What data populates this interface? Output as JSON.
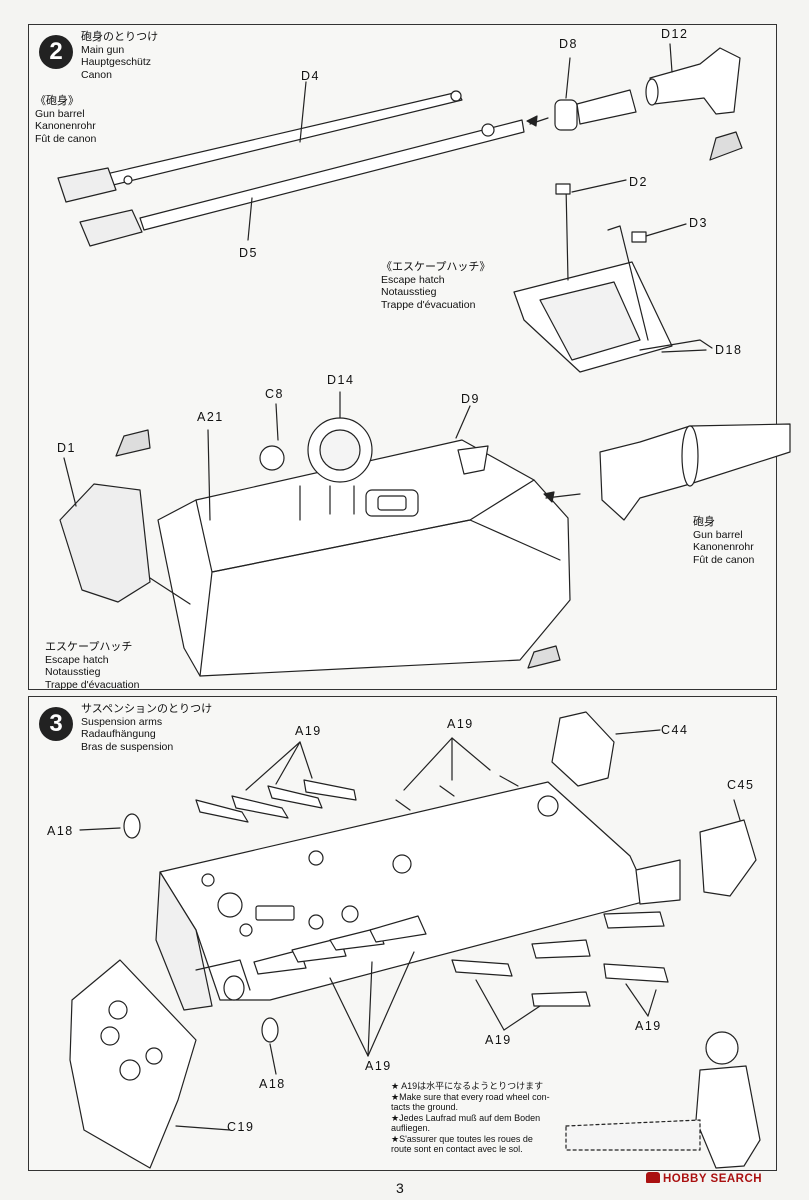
{
  "step2": {
    "number": "2",
    "title": [
      "砲身のとりつけ",
      "Main gun",
      "Hauptgeschütz",
      "Canon"
    ],
    "gun_barrel_top": [
      "《砲身》",
      "Gun barrel",
      "Kanonenrohr",
      "Fût de canon"
    ],
    "escape_hatch_top": [
      "《エスケープハッチ》",
      "Escape hatch",
      "Notausstieg",
      "Trappe d'évacuation"
    ],
    "gun_barrel_right": [
      "砲身",
      "Gun barrel",
      "Kanonenrohr",
      "Fût de canon"
    ],
    "escape_hatch_bottom": [
      "エスケープハッチ",
      "Escape hatch",
      "Notausstieg",
      "Trappe d'évacuation"
    ],
    "parts": {
      "D4": "D4",
      "D5": "D5",
      "D8": "D8",
      "D12": "D12",
      "D2": "D2",
      "D3": "D3",
      "D18": "D18",
      "A21": "A21",
      "C8": "C8",
      "D14": "D14",
      "D9": "D9",
      "D1": "D1"
    }
  },
  "step3": {
    "number": "3",
    "title": [
      "サスペンションのとりつけ",
      "Suspension arms",
      "Radaufhängung",
      "Bras de suspension"
    ],
    "parts": {
      "A19_a": "A19",
      "A19_b": "A19",
      "A19_c": "A19",
      "A19_d": "A19",
      "A19_e": "A19",
      "A18_a": "A18",
      "A18_b": "A18",
      "C44": "C44",
      "C45": "C45",
      "C19": "C19"
    },
    "note": [
      "★ A19は水平になるようとりつけます",
      "★Make sure that every road wheel con-",
      "   tacts the ground.",
      "★Jedes Laufrad muß auf dem Boden",
      "   aufliegen.",
      "★S'assurer que toutes les roues de",
      "   route sont en contact avec le sol."
    ]
  },
  "page_number": "3",
  "watermark": "HOBBY SEARCH",
  "colors": {
    "ink": "#222222",
    "paper": "#f4f4f2",
    "watermark": "#aa1111"
  }
}
